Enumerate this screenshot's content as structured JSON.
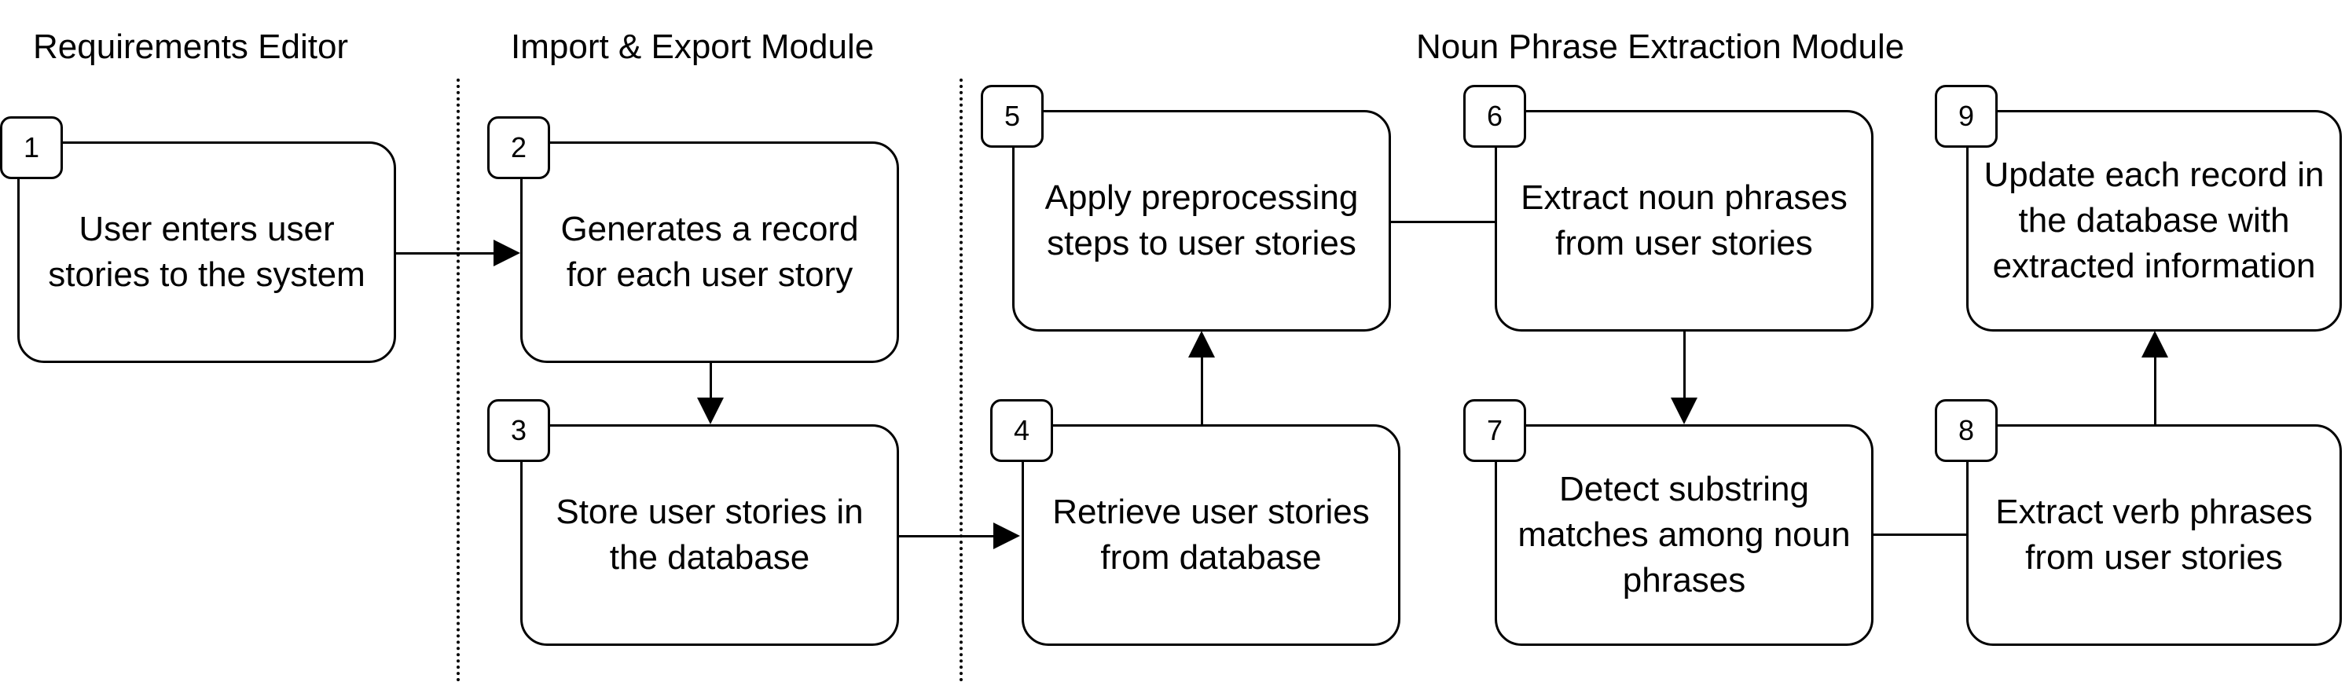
{
  "sections": {
    "editor": "Requirements Editor",
    "import_export": "Import & Export Module",
    "extraction": "Noun Phrase Extraction Module"
  },
  "steps": [
    {
      "number": "1",
      "text": "User enters user stories to the system"
    },
    {
      "number": "2",
      "text": "Generates a record for each user story"
    },
    {
      "number": "3",
      "text": "Store user stories in the database"
    },
    {
      "number": "4",
      "text": "Retrieve user stories from database"
    },
    {
      "number": "5",
      "text": "Apply preprocessing steps to user stories"
    },
    {
      "number": "6",
      "text": "Extract noun phrases from user stories"
    },
    {
      "number": "7",
      "text": "Detect substring matches among noun phrases"
    },
    {
      "number": "8",
      "text": "Extract verb phrases from user stories"
    },
    {
      "number": "9",
      "text": "Update each record in the database with extracted information"
    }
  ]
}
